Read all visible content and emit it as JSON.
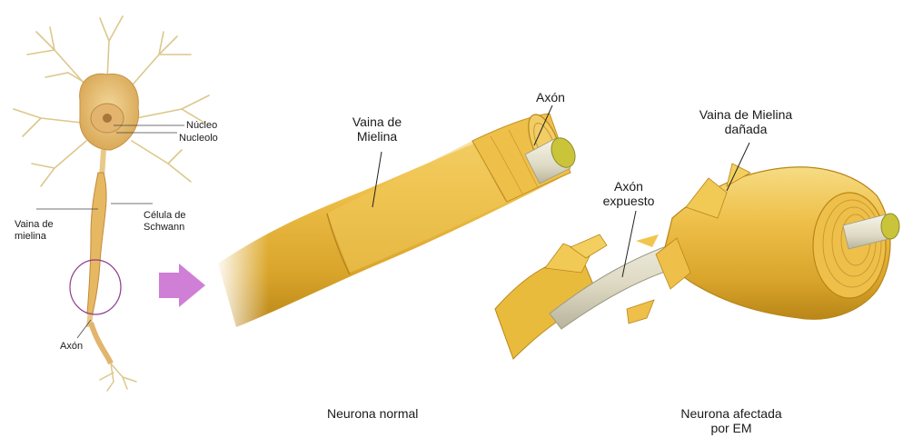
{
  "neuron_diagram": {
    "labels": {
      "nucleo": "Núcleo",
      "nucleolo": "Nucleolo",
      "vaina_de_mielina": "Vaina de mielina",
      "celula_de_schwann": "Célula de Schwann",
      "axon": "Axón"
    }
  },
  "normal_panel": {
    "sheath_label": "Vaina de Mielina",
    "axon_label": "Axón",
    "caption": "Neurona normal"
  },
  "ms_panel": {
    "damaged_sheath_label": "Vaina de Mielina dañada",
    "exposed_axon_label": "Axón expuesto",
    "caption": "Neurona afectada por EM"
  },
  "colors": {
    "myelin": "#e8b92e",
    "myelin_dark": "#b98618",
    "axon": "#e4e0c8",
    "axon_tip": "#c9c43a",
    "arrow": "#cf7fd6",
    "highlight_circle": "#8e3e8e"
  }
}
